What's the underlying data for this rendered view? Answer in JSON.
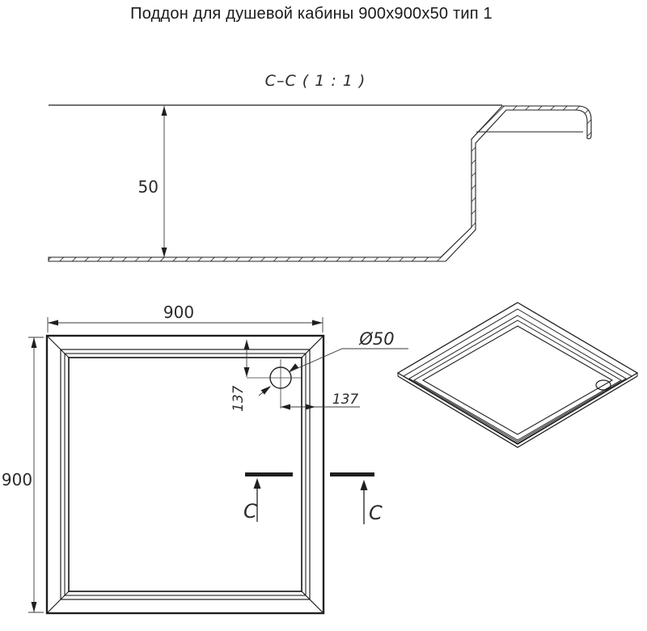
{
  "title": "Поддон для душевой кабины 900х900х50 тип 1",
  "section_view": {
    "label": "C–C ( 1 : 1 )",
    "height_dim": "50"
  },
  "plan_view": {
    "width_dim": "900",
    "depth_dim": "900",
    "drain_diameter": "Ø50",
    "drain_offset_vertical": "137",
    "drain_offset_horizontal": "137",
    "cut_label_left": "C",
    "cut_label_right": "C"
  },
  "colors": {
    "line": "#1f1f1f",
    "background": "#ffffff"
  }
}
